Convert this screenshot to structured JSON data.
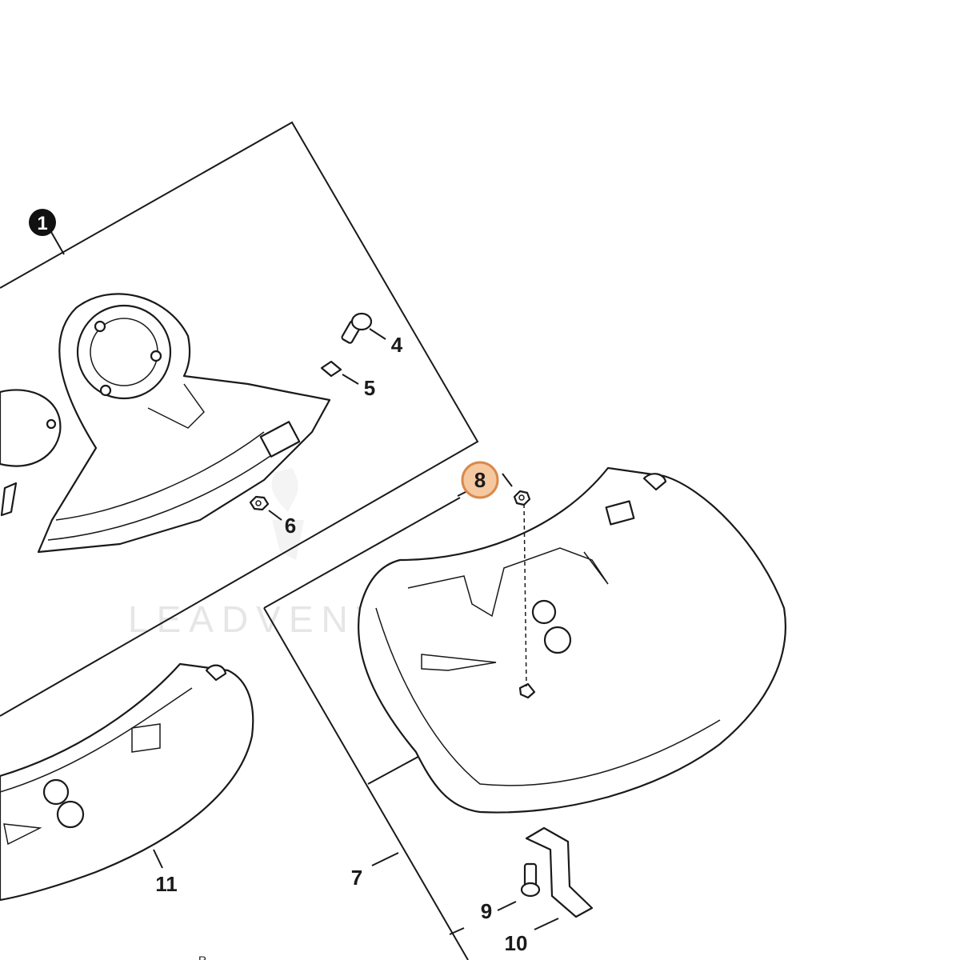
{
  "watermark": "LEADVENTURE",
  "colors": {
    "highlight_fill": "#f5c8a0",
    "highlight_stroke": "#d9894a",
    "ink": "#1a1a1a"
  },
  "callouts": {
    "c1": "1",
    "c4": "4",
    "c5": "5",
    "c6": "6",
    "c7": "7",
    "c8": "8",
    "c9": "9",
    "c10": "10",
    "c11": "11"
  },
  "bottom_text": "R..."
}
